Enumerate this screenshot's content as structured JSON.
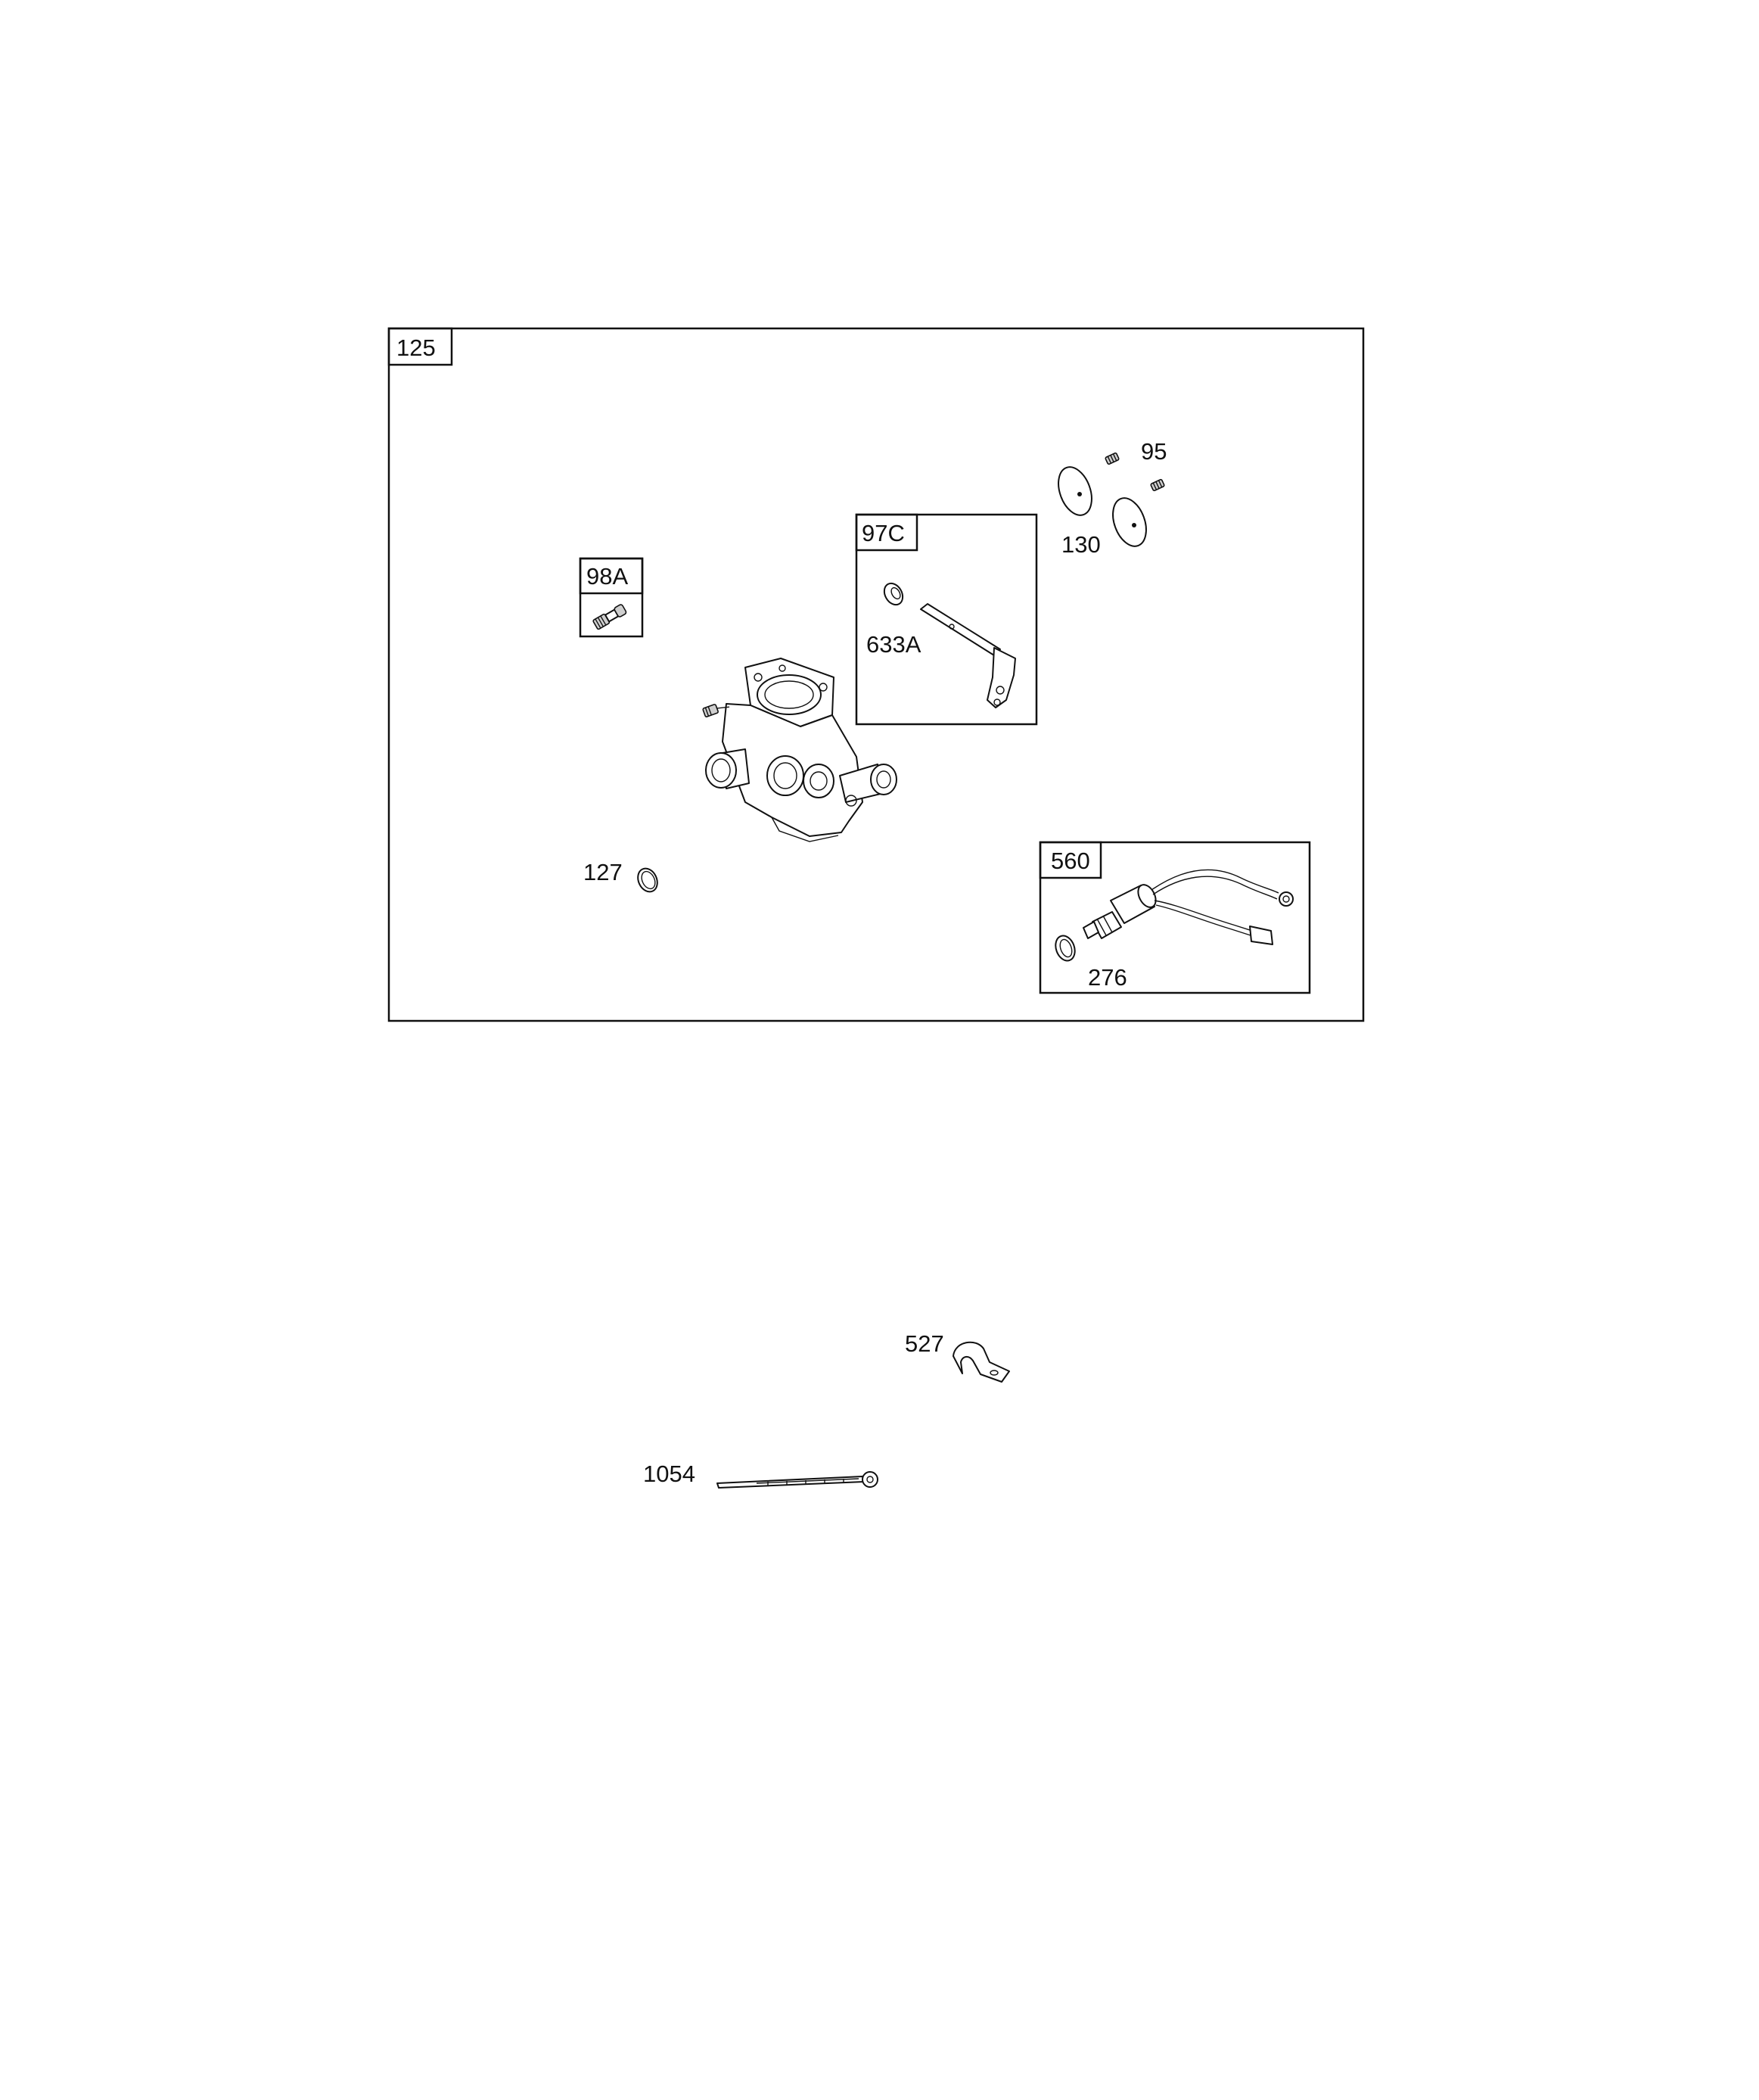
{
  "callouts": {
    "main_kit": "125",
    "screw": "95",
    "throttle_plate": "130",
    "shaft_kit": "97C",
    "shaft": "633A",
    "mixture_screw_kit": "98A",
    "o_ring": "127",
    "solenoid_kit": "560",
    "solenoid_washer": "276",
    "clamp": "527",
    "cable_tie": "1054"
  }
}
